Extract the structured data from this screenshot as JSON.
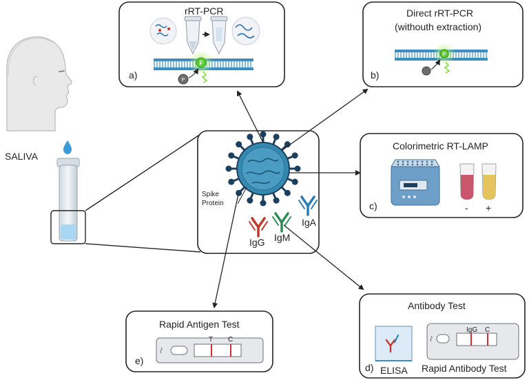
{
  "saliva_label": "SALIVA",
  "center": {
    "spike_protein": "Spike\nProtein",
    "igg": "IgG",
    "igm": "IgM",
    "iga": "IgA"
  },
  "panels": {
    "a": {
      "title": "rRT-PCR",
      "letter": "a)",
      "probe_letter": "F"
    },
    "b": {
      "title_line1": "Direct rRT-PCR",
      "title_line2": "(withouth extraction)",
      "letter": "b)",
      "probe_letter": "F"
    },
    "c": {
      "title": "Colorimetric RT-LAMP",
      "letter": "c)",
      "minus": "-",
      "plus": "+"
    },
    "d": {
      "title": "Antibody Test",
      "letter": "d)",
      "elisa": "ELISA",
      "rapid_label": "Rapid Antibody Test",
      "band1": "IgG",
      "band2": "C"
    },
    "e": {
      "title": "Rapid Antigen Test",
      "letter": "e)",
      "band1": "T",
      "band2": "C"
    }
  },
  "colors": {
    "virus": "#2f7fa6",
    "virus_dark": "#1d3f5e",
    "igg": "#c0392b",
    "igm": "#2e8b57",
    "iga": "#2b7bb9",
    "fluor": "#7ddc3c",
    "dna": "#3a8fc0"
  }
}
